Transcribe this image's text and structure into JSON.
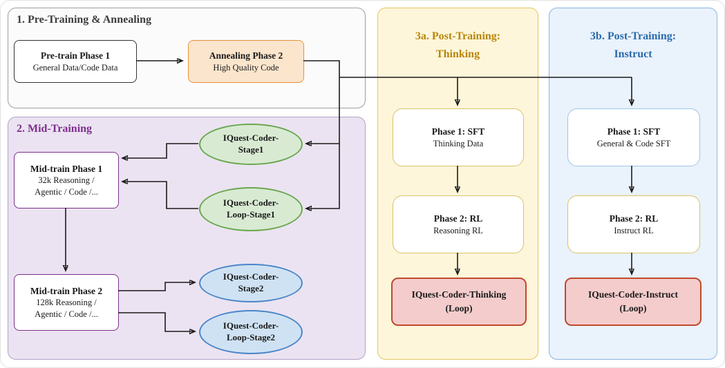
{
  "diagram": {
    "pretraining": {
      "title": "1. Pre-Training & Annealing",
      "pretrain": {
        "title": "Pre-train Phase 1",
        "subtitle": "General Data/Code Data"
      },
      "annealing": {
        "title": "Annealing Phase 2",
        "subtitle": "High Quality Code"
      }
    },
    "midtraining": {
      "title": "2. Mid-Training",
      "phase1": {
        "title": "Mid-train Phase 1",
        "line1": "32k Reasoning /",
        "line2": "Agentic / Code /..."
      },
      "phase2": {
        "title": "Mid-train Phase 2",
        "line1": "128k Reasoning /",
        "line2": "Agentic / Code /..."
      },
      "stage1": {
        "line1": "IQuest-Coder-",
        "line2": "Stage1"
      },
      "loop_stage1": {
        "line1": "IQuest-Coder-",
        "line2": "Loop-Stage1"
      },
      "stage2": {
        "line1": "IQuest-Coder-",
        "line2": "Stage2"
      },
      "loop_stage2": {
        "line1": "IQuest-Coder-",
        "line2": "Loop-Stage2"
      }
    },
    "post_thinking": {
      "title_line1": "3a. Post-Training:",
      "title_line2": "Thinking",
      "sft": {
        "title": "Phase 1: SFT",
        "subtitle": "Thinking Data"
      },
      "rl": {
        "title": "Phase 2: RL",
        "subtitle": "Reasoning RL"
      },
      "result": {
        "line1": "IQuest-Coder-Thinking",
        "line2": "(Loop)"
      }
    },
    "post_instruct": {
      "title_line1": "3b. Post-Training:",
      "title_line2": "Instruct",
      "sft": {
        "title": "Phase 1: SFT",
        "subtitle": "General & Code SFT"
      },
      "rl": {
        "title": "Phase 2: RL",
        "subtitle": "Instruct RL"
      },
      "result": {
        "line1": "IQuest-Coder-Instruct",
        "line2": "(Loop)"
      }
    }
  },
  "colors": {
    "pretraining_border": "#9e9e9e",
    "annealing_fill": "#fce5cd",
    "annealing_border": "#e69138",
    "midtraining_fill": "#ebe3f1",
    "midtraining_accent": "#7d2e8d",
    "stage1_fill": "#d9ead3",
    "stage1_border": "#6aa84f",
    "stage2_fill": "#cfe2f3",
    "stage2_border": "#4a86c8",
    "thinking_fill": "#fdf6da",
    "thinking_accent": "#b8860b",
    "instruct_fill": "#eaf2fb",
    "instruct_accent": "#2a6bac",
    "result_fill": "#f4cccc",
    "result_border": "#c0492c",
    "arrow": "#1a1a1a"
  }
}
